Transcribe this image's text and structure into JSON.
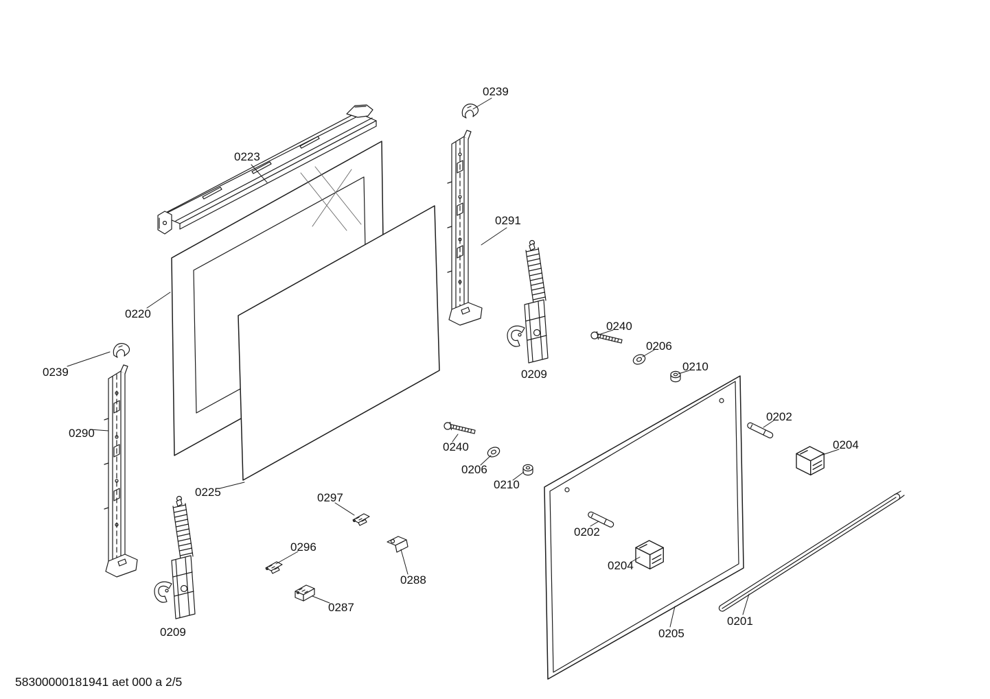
{
  "footer": "58300000181941 aet 000 a 2/5",
  "colors": {
    "line": "#1c1c1c",
    "background": "#ffffff",
    "glass_hint": "#666666"
  },
  "labels": {
    "clip_top": "0239",
    "top_frame": "0223",
    "rail_right": "0291",
    "outer_glass": "0220",
    "clip_left": "0239",
    "rail_left": "0290",
    "hinge_right": "0209",
    "screw_right": "0240",
    "washer_right": "0206",
    "nut_right": "0210",
    "pin_right": "0202",
    "block_right": "0204",
    "screw_mid": "0240",
    "washer_mid": "0206",
    "nut_mid": "0210",
    "inner_glass": "0225",
    "bracket_297": "0297",
    "bracket_296": "0296",
    "bracket_288": "0288",
    "bracket_287": "0287",
    "pin_panel": "0202",
    "block_panel": "0204",
    "hinge_bottom": "0209",
    "inner_panel": "0205",
    "handle": "0201"
  }
}
